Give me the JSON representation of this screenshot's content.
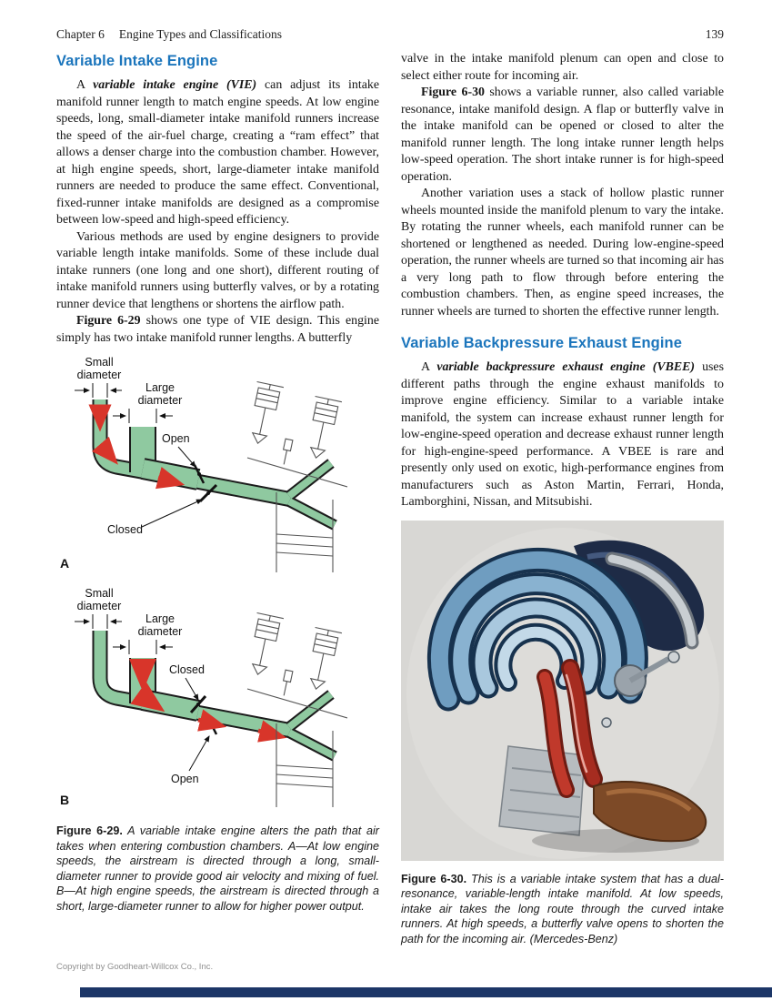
{
  "colors": {
    "heading_blue": "#1b75bc",
    "pipe_green": "#8fc9a0",
    "arrow_red": "#d8352a",
    "footer_bar_navy": "#1c3667",
    "figure30_background": "#d8d7d4"
  },
  "header": {
    "chapter": "Chapter 6",
    "title": "Engine Types and Classifications",
    "page_number": "139"
  },
  "left_column": {
    "heading": "Variable Intake Engine",
    "p1_lead": "A ",
    "p1_term": "variable intake engine (VIE)",
    "p1_rest": " can adjust its intake manifold runner length to match engine speeds. At low engine speeds, long, small-diameter intake manifold runners increase the speed of the air-fuel charge, creating a “ram effect” that allows a denser charge into the combustion chamber. However, at high engine speeds, short, large-diameter intake manifold runners are needed to produce the same effect. Conventional, fixed-runner intake manifolds are designed as a compromise between low-speed and high-speed efficiency.",
    "p2": "Various methods are used by engine designers to provide variable length intake manifolds. Some of these include dual intake runners (one long and one short), different routing of intake manifold runners using butterfly valves, or by a rotating runner device that lengthens or shortens the airflow path.",
    "p3_figref": "Figure 6-29",
    "p3_rest": " shows one type of VIE design. This engine simply has two intake manifold runner lengths. A butterfly"
  },
  "right_column": {
    "p1": "valve in the intake manifold plenum can open and close to select either route for incoming air.",
    "p2_figref": "Figure 6-30",
    "p2_rest": " shows a variable runner, also called variable resonance, intake manifold design. A flap or butterfly valve in the intake manifold can be opened or closed to alter the manifold runner length. The long intake runner length helps low-speed operation. The short intake runner is for high-speed operation.",
    "p3": "Another variation uses a stack of hollow plastic runner wheels mounted inside the manifold plenum to vary the intake. By rotating the runner wheels, each manifold runner can be shortened or lengthened as needed. During low-engine-speed operation, the runner wheels are turned so that incoming air has a very long path to flow through before entering the combustion chambers. Then, as engine speed increases, the runner wheels are turned to shorten the effective runner length.",
    "heading": "Variable Backpressure Exhaust Engine",
    "p4_lead": "A ",
    "p4_term": "variable backpressure exhaust engine (VBEE)",
    "p4_rest": " uses different paths through the engine exhaust manifolds to improve engine efficiency. Similar to a variable intake manifold, the system can increase exhaust runner length for low-engine-speed operation and decrease exhaust runner length for high-engine-speed performance. A VBEE is rare and presently only used on exotic, high-performance engines from manufacturers such as Aston Martin, Ferrari, Honda, Lamborghini, Nissan, and Mitsubishi."
  },
  "figure29": {
    "diagram_a": {
      "letter": "A",
      "small_diameter": "Small\ndiameter",
      "large_diameter": "Large\ndiameter",
      "open": "Open",
      "closed": "Closed"
    },
    "diagram_b": {
      "letter": "B",
      "small_diameter": "Small\ndiameter",
      "large_diameter": "Large\ndiameter",
      "closed": "Closed",
      "open": "Open"
    },
    "caption_label": "Figure 6-29.",
    "caption_text": " A variable intake engine alters the path that air takes when entering combustion chambers. A—At low engine speeds, the airstream is directed through a long, small-diameter runner to provide good air velocity and mixing of fuel. B—At high engine speeds, the airstream is directed through a short, large-diameter runner to allow for higher power output."
  },
  "figure30": {
    "caption_label": "Figure 6-30.",
    "caption_text": " This is a variable intake system that has a dual-resonance, variable-length intake manifold. At low speeds, intake air takes the long route through the curved intake runners. At high speeds, a butterfly valve opens to shorten the path for the incoming air. (Mercedes-Benz)"
  },
  "footer": {
    "copyright": "Copyright by Goodheart-Willcox Co., Inc."
  }
}
